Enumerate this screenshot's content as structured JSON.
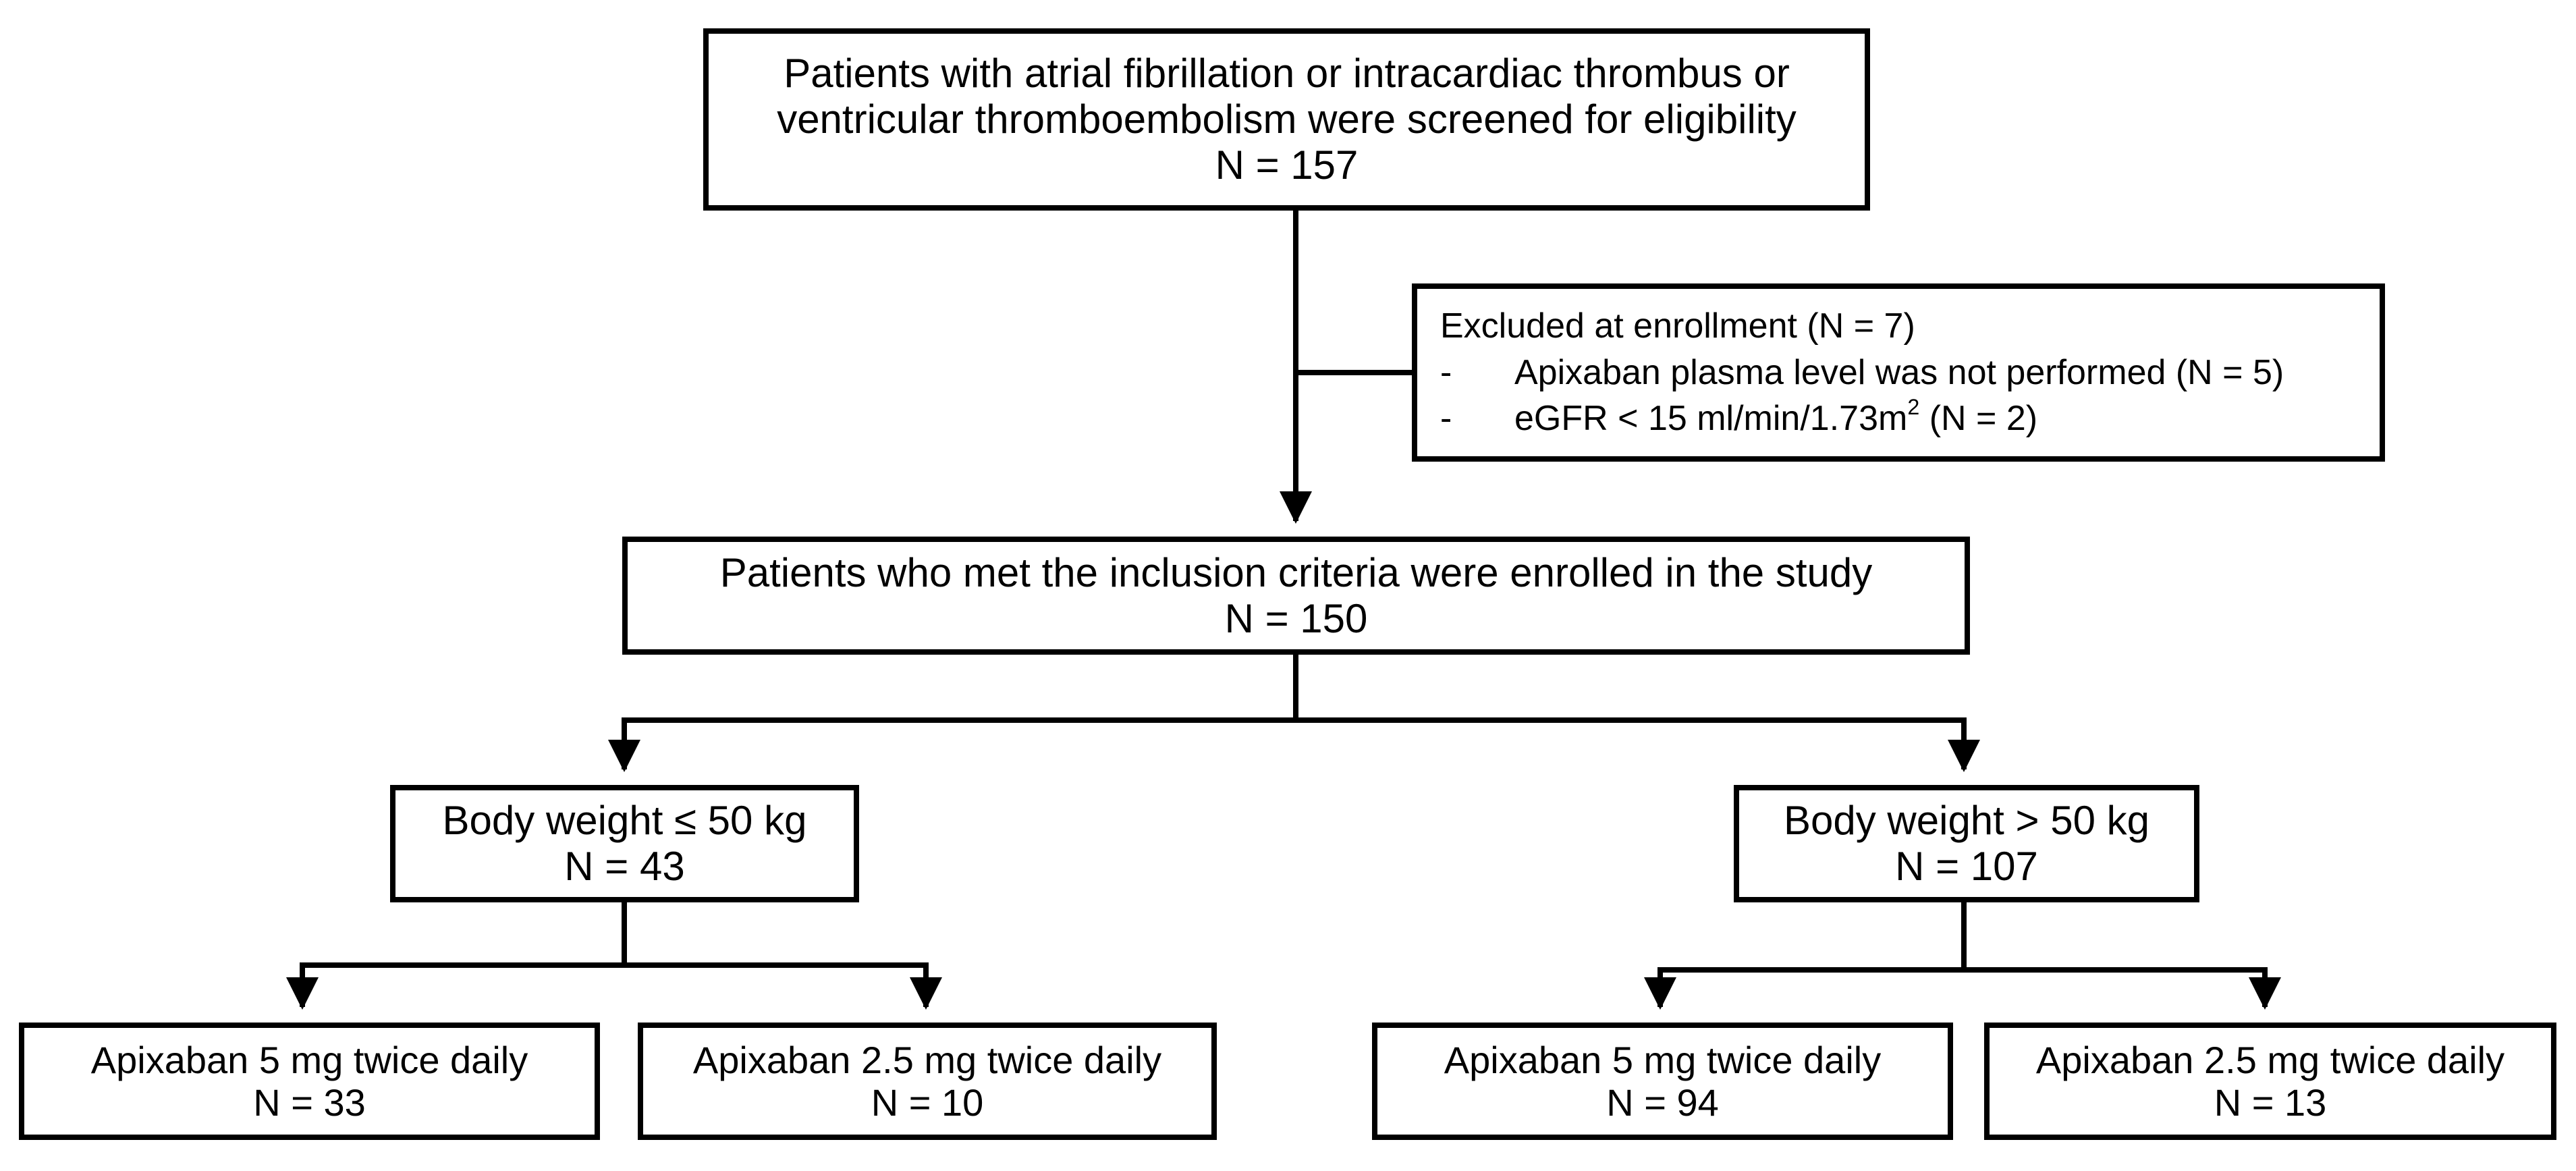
{
  "flowchart": {
    "screened": {
      "line1": "Patients with atrial fibrillation or intracardiac thrombus or",
      "line2": "ventricular thromboembolism were screened for eligibility",
      "count": "N = 157"
    },
    "excluded": {
      "title": "Excluded at enrollment (N = 7)",
      "items": [
        {
          "bullet": "-",
          "text": "Apixaban plasma level was not performed (N = 5)"
        },
        {
          "bullet": "-",
          "text_before_sup": "eGFR < 15 ml/min/1.73m",
          "sup": "2",
          "text_after_sup": " (N = 2)"
        }
      ]
    },
    "enrolled": {
      "line1": "Patients who met the inclusion criteria were enrolled in the study",
      "count": "N = 150"
    },
    "weight_groups": [
      {
        "label": "Body weight ≤ 50 kg",
        "count": "N = 43",
        "arms": [
          {
            "label": "Apixaban 5 mg twice daily",
            "count": "N = 33"
          },
          {
            "label": "Apixaban 2.5 mg twice daily",
            "count": "N = 10"
          }
        ]
      },
      {
        "label": "Body weight > 50 kg",
        "count": "N = 107",
        "arms": [
          {
            "label": "Apixaban 5 mg twice daily",
            "count": "N = 94"
          },
          {
            "label": "Apixaban 2.5 mg twice daily",
            "count": "N = 13"
          }
        ]
      }
    ]
  }
}
